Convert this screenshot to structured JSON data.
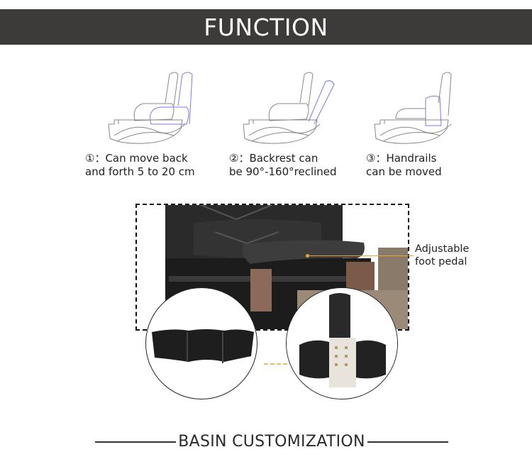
{
  "header": {
    "title": "FUNCTION",
    "background": "#3d3a3a"
  },
  "functions": [
    {
      "number": "①",
      "line1": "①：Can move back",
      "line2": "and forth 5 to 20 cm",
      "icon": "chair-slide-diagram"
    },
    {
      "number": "②",
      "line1": "②：Backrest can",
      "line2": "be 90°-160°reclined",
      "icon": "chair-recline-diagram"
    },
    {
      "number": "③",
      "line1": "③：Handrails",
      "line2": "can be moved",
      "icon": "chair-handrail-diagram"
    }
  ],
  "callout": {
    "line1": "Adjustable",
    "line2": "foot pedal",
    "accent": "#e6a23c"
  },
  "footer": {
    "title": "BASIN CUSTOMIZATION"
  }
}
